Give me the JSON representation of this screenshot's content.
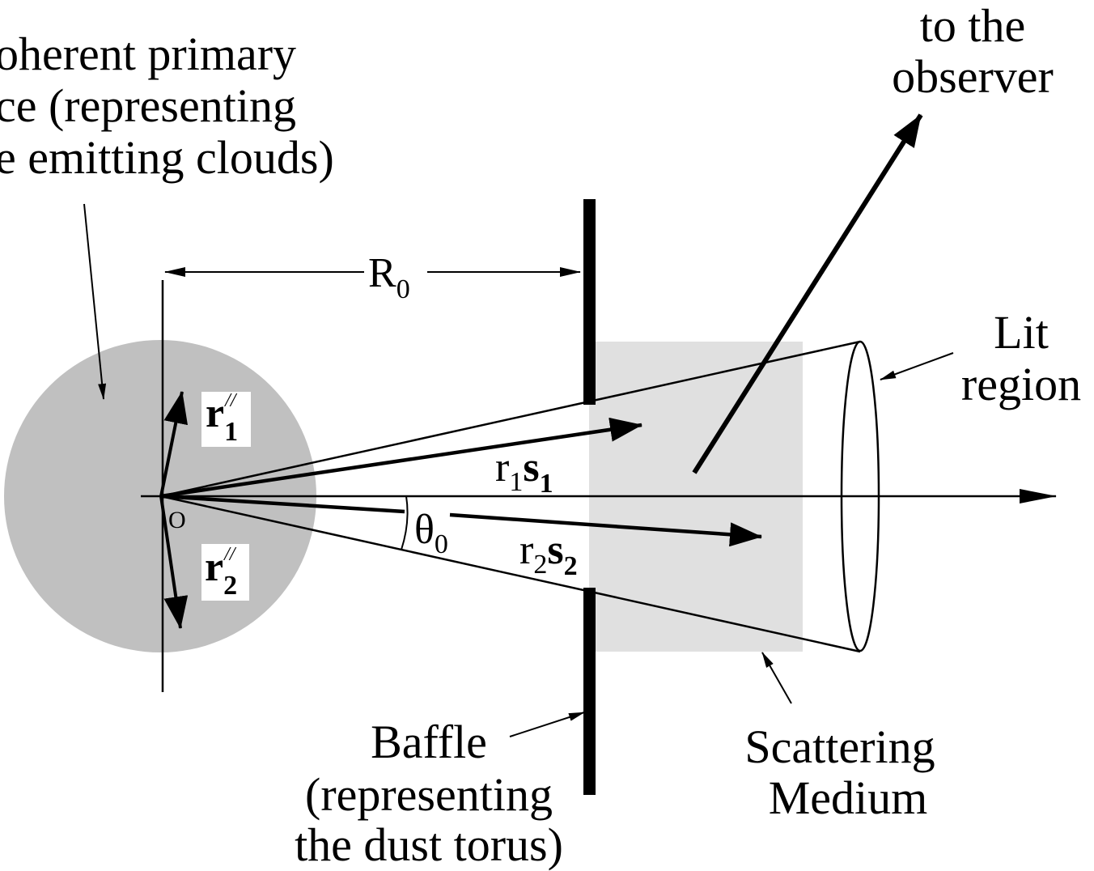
{
  "source_label": {
    "lines": [
      "oherent primary",
      "ce (representing",
      "e emitting clouds)"
    ]
  },
  "observer_label": {
    "lines": [
      "to the",
      "observer"
    ]
  },
  "lit_region_label": {
    "lines": [
      "Lit",
      "region"
    ]
  },
  "baffle_label": {
    "lines": [
      "Baffle",
      "(representing",
      "the dust torus)"
    ]
  },
  "medium_label": {
    "lines": [
      "Scattering",
      "Medium"
    ]
  },
  "distance_label": {
    "main": "R",
    "sub": "0"
  },
  "angle_label": {
    "main": "θ",
    "sub": "0"
  },
  "origin_label": "O",
  "vector_r1_perp": {
    "main": "r",
    "sub": "1",
    "sup": "//"
  },
  "vector_r2_perp": {
    "main": "r",
    "sub": "2",
    "sup": "//"
  },
  "vector_r1s1": {
    "r": "r",
    "r_sub": "1",
    "s": "s",
    "s_sub": "1"
  },
  "vector_r2s2": {
    "r": "r",
    "r_sub": "2",
    "s": "s",
    "s_sub": "2"
  },
  "colors": {
    "source_fill": "#c0c0c0",
    "medium_fill": "#e0e0e0",
    "ink": "#000000"
  }
}
